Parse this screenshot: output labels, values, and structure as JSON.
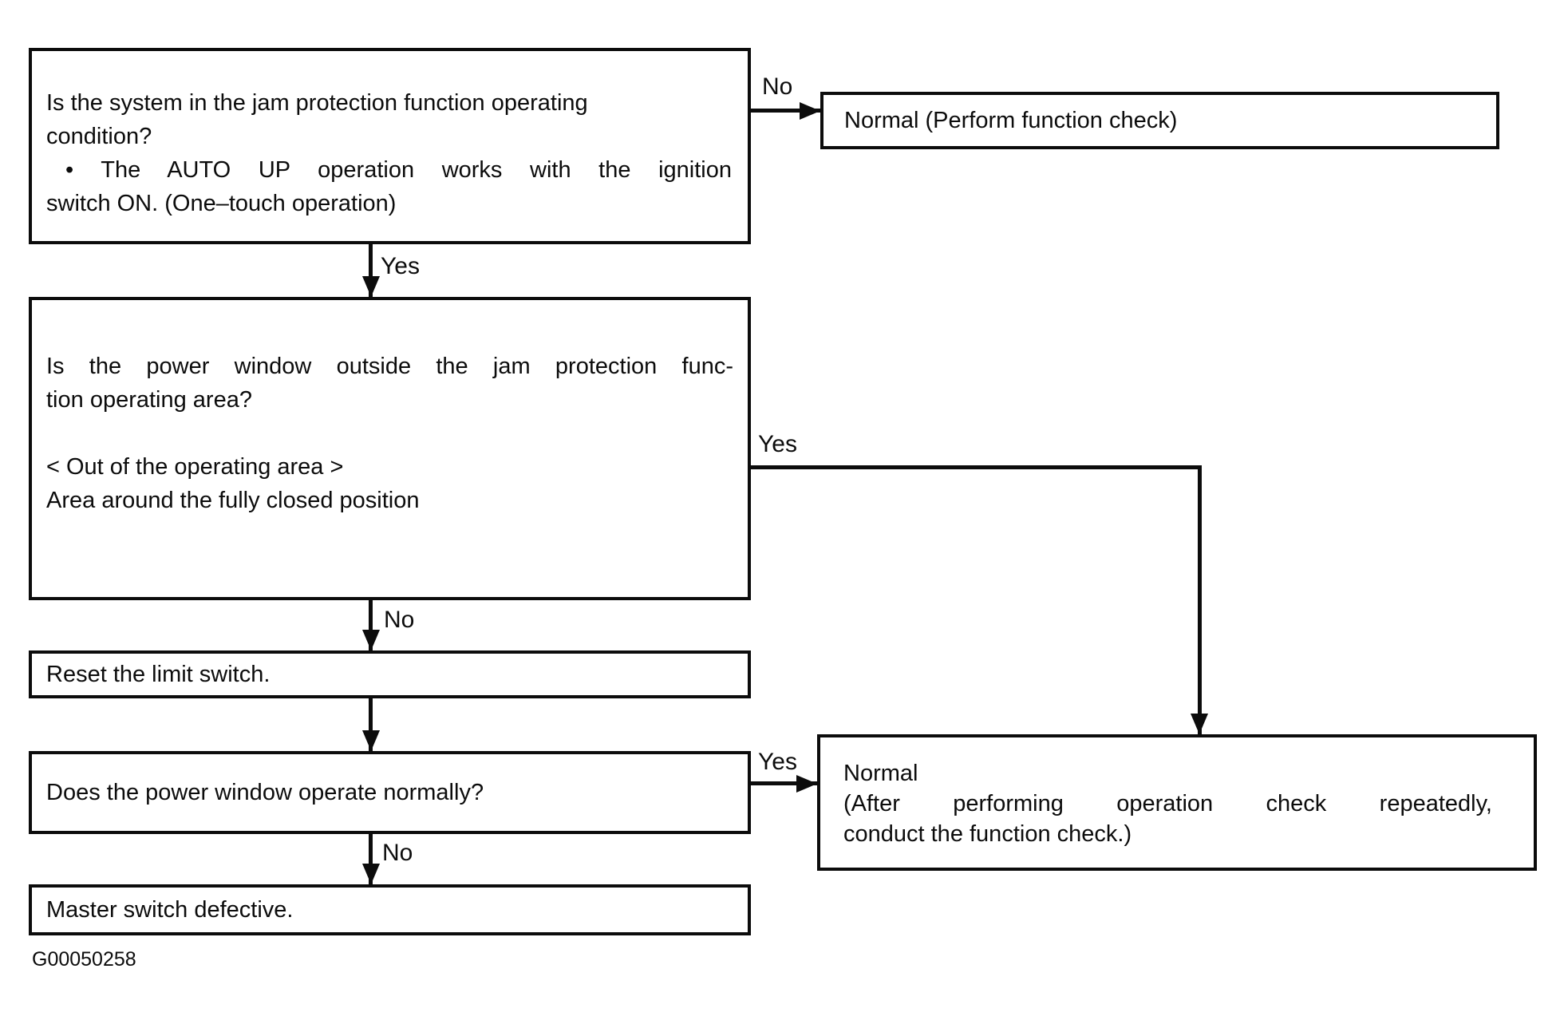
{
  "colors": {
    "ink": "#0c0c0c",
    "paper": "#ffffff"
  },
  "caption": "G00050258",
  "nodes": {
    "q1": {
      "lines": [
        "Is the system in the jam protection function operating",
        "condition?",
        "• The AUTO UP operation works with the ignition",
        "switch ON. (One–touch operation)"
      ]
    },
    "normal1": {
      "text": "Normal (Perform function check)"
    },
    "q2": {
      "lines": [
        "Is the power window outside the jam protection func-",
        "tion operating area?",
        "",
        "< Out of the operating area >",
        "Area around the fully closed position"
      ]
    },
    "reset": {
      "text": "Reset the limit switch."
    },
    "q3": {
      "text": "Does the power window operate normally?"
    },
    "master": {
      "text": "Master switch defective."
    },
    "normal2": {
      "lines": [
        "Normal",
        "(After performing operation check repeatedly,",
        "conduct the function check.)"
      ]
    }
  },
  "edges": {
    "q1_no": "No",
    "q1_yes": "Yes",
    "q2_yes": "Yes",
    "q2_no": "No",
    "q3_yes": "Yes",
    "q3_no": "No"
  }
}
